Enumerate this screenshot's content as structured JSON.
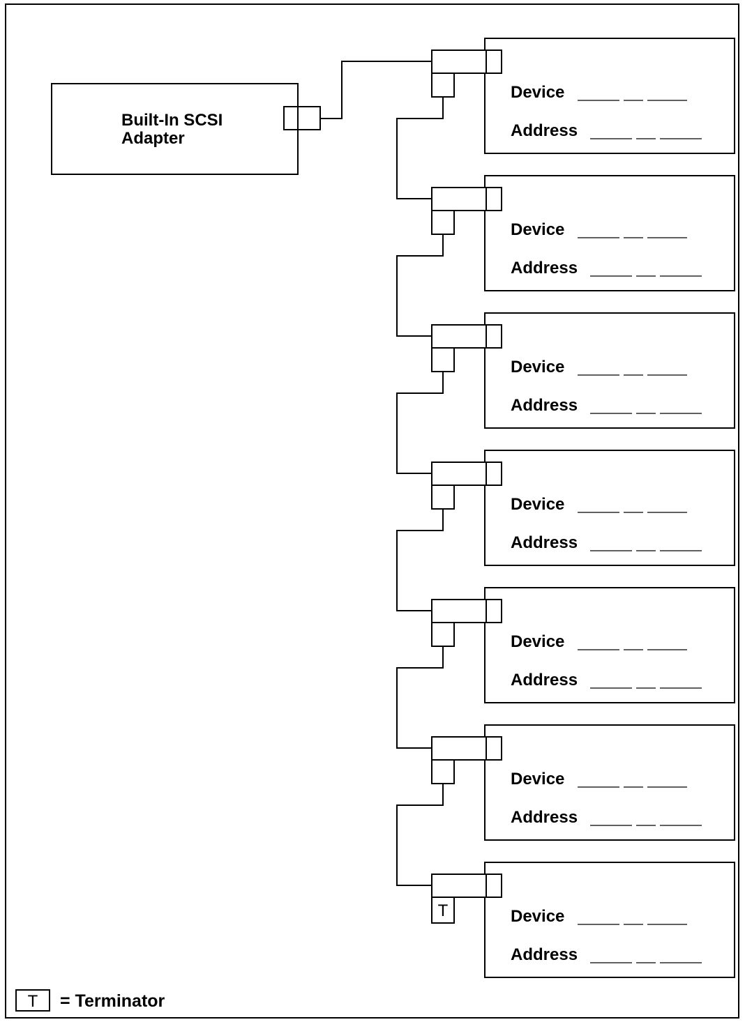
{
  "adapter": {
    "line1": "Built-In SCSI",
    "line2": "Adapter"
  },
  "device_label": "Device",
  "address_label": "Address",
  "devices": [
    {
      "index": 1,
      "terminated": false
    },
    {
      "index": 2,
      "terminated": false
    },
    {
      "index": 3,
      "terminated": false
    },
    {
      "index": 4,
      "terminated": false
    },
    {
      "index": 5,
      "terminated": false
    },
    {
      "index": 6,
      "terminated": false
    },
    {
      "index": 7,
      "terminated": true
    }
  ],
  "terminator": {
    "symbol": "T",
    "legend_text": "= Terminator"
  }
}
